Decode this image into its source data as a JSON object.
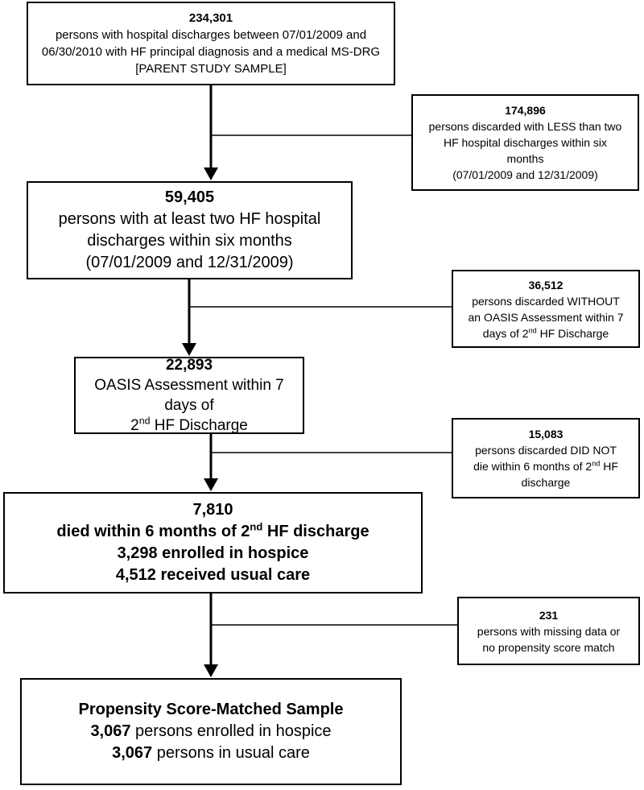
{
  "boxes": {
    "parent": {
      "count": "234,301",
      "line1": "persons with hospital discharges between 07/01/2009 and",
      "line2": "06/30/2010 with HF principal diagnosis and a medical MS-DRG",
      "line3": "[PARENT STUDY SAMPLE]"
    },
    "excluded_1": {
      "count": "174,896",
      "line1": "persons discarded with LESS than two",
      "line2": "HF hospital discharges within six",
      "line3": "months",
      "line4": "(07/01/2009 and 12/31/2009)"
    },
    "two_hf": {
      "count": "59,405",
      "line1": "persons with at least two HF hospital",
      "line2": "discharges within six months",
      "line3": "(07/01/2009 and 12/31/2009)"
    },
    "excluded_2": {
      "count": "36,512",
      "line1": "persons discarded WITHOUT",
      "line2": "an OASIS Assessment within 7",
      "line3_a": "days of 2",
      "line3_sup": "nd",
      "line3_b": " HF Discharge"
    },
    "oasis": {
      "count": "22,893",
      "line1": "OASIS Assessment within 7 days of",
      "line2_a": "2",
      "line2_sup": "nd",
      "line2_b": " HF Discharge"
    },
    "excluded_3": {
      "count": "15,083",
      "line1": "persons discarded DID NOT",
      "line2_a": "die within 6 months of 2",
      "line2_sup": "nd",
      "line2_b": " HF",
      "line3": "discharge"
    },
    "died": {
      "count": "7,810",
      "line1_a": "died within 6 months of 2",
      "line1_sup": "nd",
      "line1_b": " HF discharge",
      "line2": "3,298 enrolled in hospice",
      "line3": "4,512 received usual care"
    },
    "excluded_4": {
      "count": "231",
      "line1": "persons with missing data or",
      "line2": "no propensity score match"
    },
    "matched": {
      "title": "Propensity Score-Matched Sample",
      "hospice_count": "3,067",
      "hospice_label": " persons enrolled in hospice",
      "usual_count": "3,067",
      "usual_label": " persons in usual care"
    }
  },
  "colors": {
    "stroke": "#000000",
    "background": "#ffffff"
  }
}
